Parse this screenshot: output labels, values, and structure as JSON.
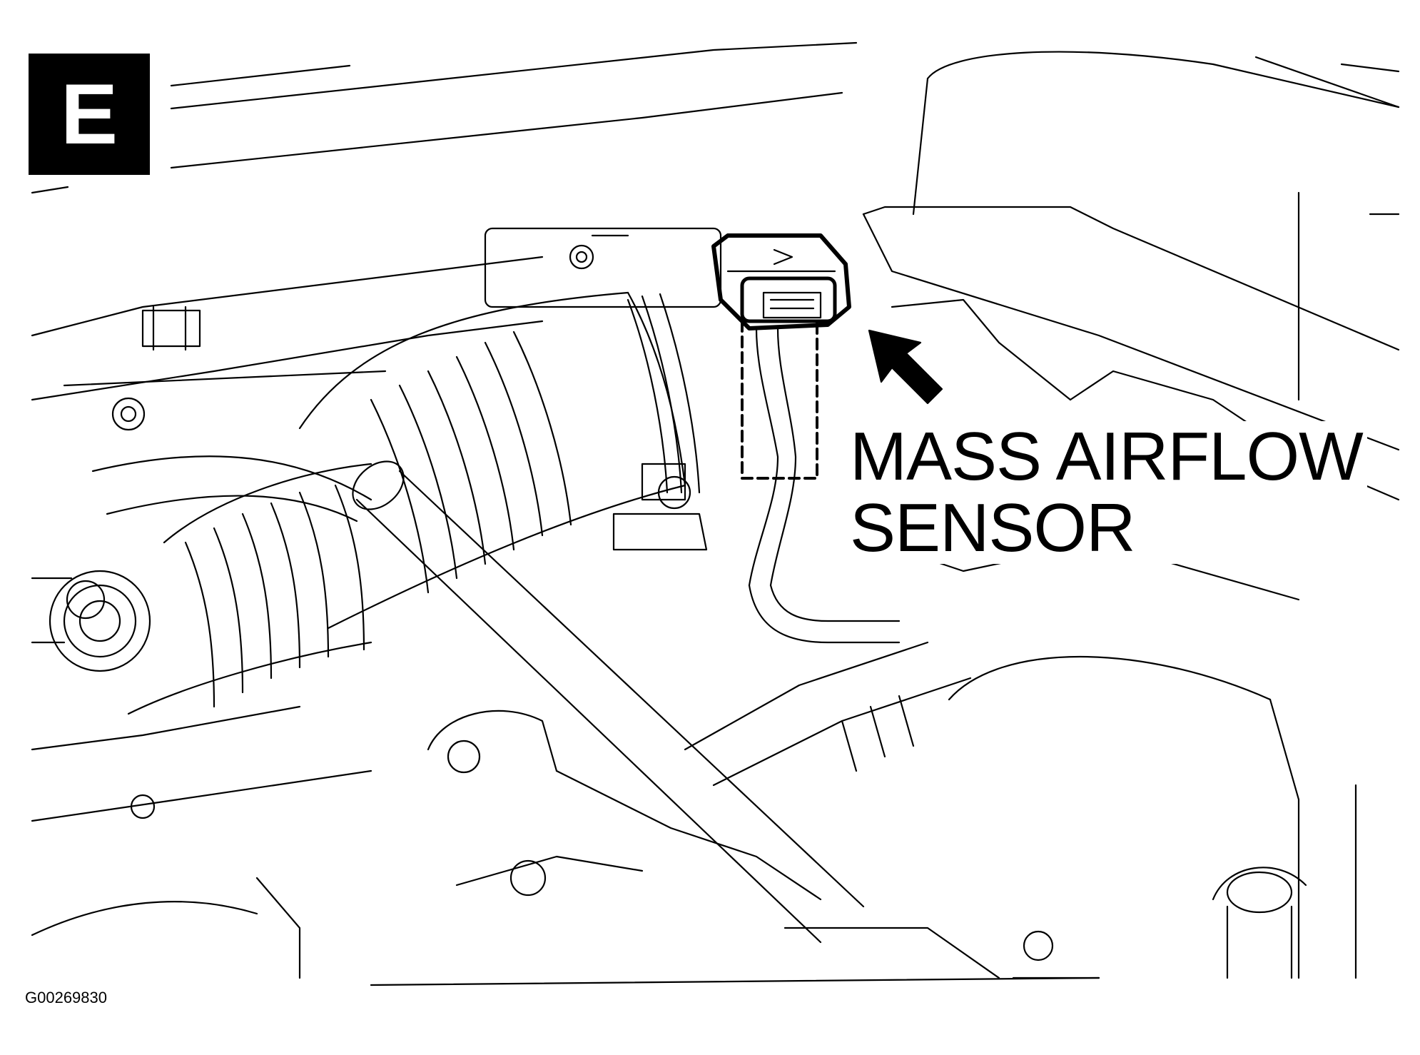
{
  "panel": {
    "letter": "E"
  },
  "callout": {
    "line1": "MASS AIRFLOW",
    "line2": "SENSOR"
  },
  "figure": {
    "id": "G00269830"
  },
  "colors": {
    "line": "#000000",
    "background": "#ffffff",
    "badge_bg": "#000000",
    "badge_text": "#ffffff"
  }
}
